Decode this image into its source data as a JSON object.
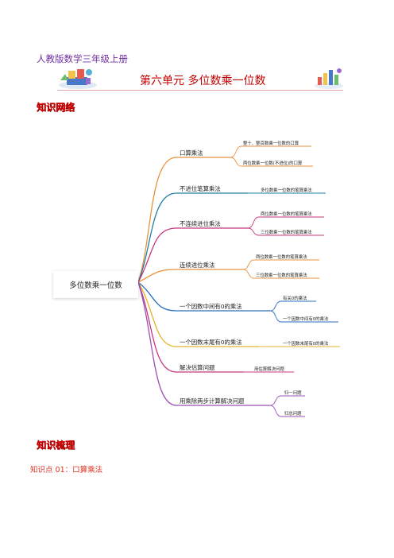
{
  "header": {
    "publisher_line": "人教版数学三年级上册",
    "unit_title": "第六单元 多位数乘一位数"
  },
  "sections": {
    "network_title": "知识网络",
    "outline_title": "知识梳理",
    "knowledge_point": "知识点 01：口算乘法"
  },
  "mindmap": {
    "root": "多位数乘一位数",
    "branches": [
      {
        "label": "口算乘法",
        "color": "#e8913a",
        "leaves": [
          "整十、整百数乘一位数的口算",
          "两位数乘一位数(不进位)的口算"
        ]
      },
      {
        "label": "不进位笔算乘法",
        "color": "#1f7fa0",
        "leaves": [
          "多位数乘一位数的笔算乘法"
        ]
      },
      {
        "label": "不连续进位乘法",
        "color": "#c8377d",
        "leaves": [
          "两位数乘一位数的笔算乘法",
          "三位数乘一位数的笔算乘法"
        ]
      },
      {
        "label": "连续进位乘法",
        "color": "#e8913a",
        "leaves": [
          "两位数乘一位数的笔算乘法",
          "三位数乘一位数的笔算乘法"
        ]
      },
      {
        "label": "一个因数中间有0的乘法",
        "color": "#2a6fbd",
        "leaves": [
          "有关0的乘法",
          "一个因数中间有0的乘法"
        ]
      },
      {
        "label": "一个因数末尾有0的乘法",
        "color": "#e0b52c",
        "leaves": [
          "一个因数末尾有0的乘法"
        ]
      },
      {
        "label": "解决估算问题",
        "color": "#c8377d",
        "leaves": [
          "用估算解决问题"
        ]
      },
      {
        "label": "用乘除两步计算解决问题",
        "color": "#9b4fb8",
        "leaves": [
          "归一问题",
          "归总问题"
        ]
      }
    ]
  },
  "icons": {
    "left": "education-illustration-icon",
    "right": "chart-illustration-icon"
  }
}
